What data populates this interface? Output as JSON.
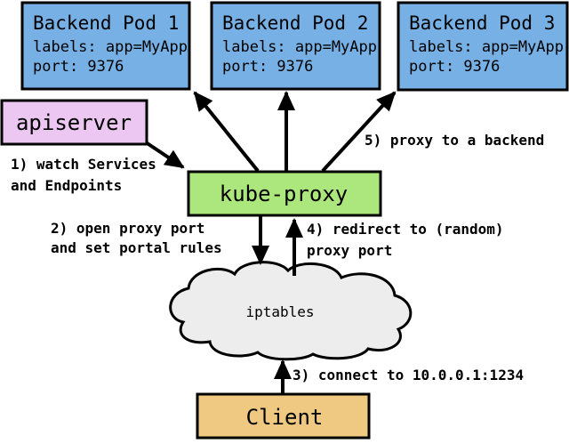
{
  "colors": {
    "background": "#FFFFFF",
    "pod_fill": "#76B0E4",
    "apiserver_fill": "#EBC7F2",
    "kube_proxy_fill": "#ABE77C",
    "client_fill": "#EFC981",
    "cloud_fill": "#EDEDED",
    "line": "#000000"
  },
  "pods": [
    {
      "title": "Backend Pod 1",
      "labels": "labels: app=MyApp",
      "port": "port: 9376"
    },
    {
      "title": "Backend Pod 2",
      "labels": "labels: app=MyApp",
      "port": "port: 9376"
    },
    {
      "title": "Backend Pod 3",
      "labels": "labels: app=MyApp",
      "port": "port: 9376"
    }
  ],
  "nodes": {
    "apiserver": "apiserver",
    "kube_proxy": "kube-proxy",
    "iptables": "iptables",
    "client": "Client"
  },
  "steps": {
    "s1_line1": "1) watch Services",
    "s1_line2": "and Endpoints",
    "s2_line1": "2) open proxy port",
    "s2_line2": "and set portal rules",
    "s3": "3) connect to 10.0.0.1:1234",
    "s4_line1": "4) redirect to (random)",
    "s4_line2": "proxy port",
    "s5": "5) proxy to a backend"
  }
}
